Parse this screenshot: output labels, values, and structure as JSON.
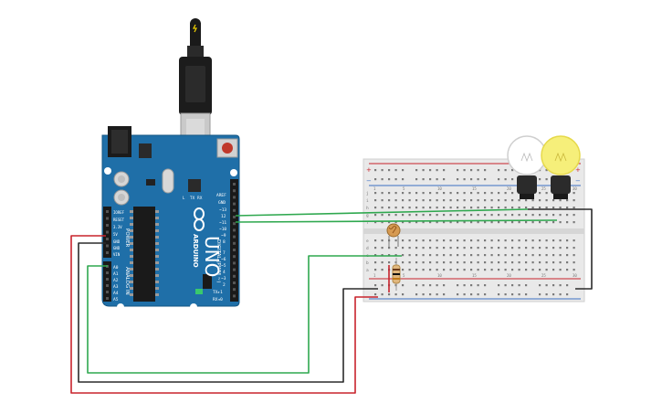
{
  "board": {
    "model_text": "UNO",
    "brand_text": "ARDUINO",
    "digital_label": "DIGITAL (PWM ~)",
    "power_label": "POWER",
    "analog_label": "ANALOG IN",
    "tx_label": "TX",
    "rx_label": "RX",
    "l_label": "L",
    "top_pins": [
      "AREF",
      "GND",
      "~13",
      "12",
      "~11",
      "~10",
      "~9",
      "8"
    ],
    "top_pins_2": [
      "7",
      "~6",
      "~5",
      "4",
      "~3",
      "2",
      "TX▸1",
      "RX◂0"
    ],
    "power_pins": [
      "IOREF",
      "RESET",
      "3.3V",
      "5V",
      "GND",
      "GND",
      "VIN"
    ],
    "analog_pins": [
      "A0",
      "A1",
      "A2",
      "A3",
      "A4",
      "A5"
    ]
  },
  "breadboard": {
    "row_letters_top": [
      "j",
      "i",
      "h",
      "g",
      "f"
    ],
    "row_letters_bottom": [
      "e",
      "d",
      "c",
      "b",
      "a"
    ],
    "col_numbers": [
      "1",
      "5",
      "10",
      "15",
      "20",
      "25",
      "30"
    ],
    "plus": "+",
    "minus": "−"
  },
  "colors": {
    "arduino_blue": "#1f6fa8",
    "wire_green": "#2fa84f",
    "wire_red": "#c8232c",
    "wire_black": "#2b2b2b",
    "bulb_on": "#f6ef7a",
    "breadboard": "#e9e9e9"
  }
}
